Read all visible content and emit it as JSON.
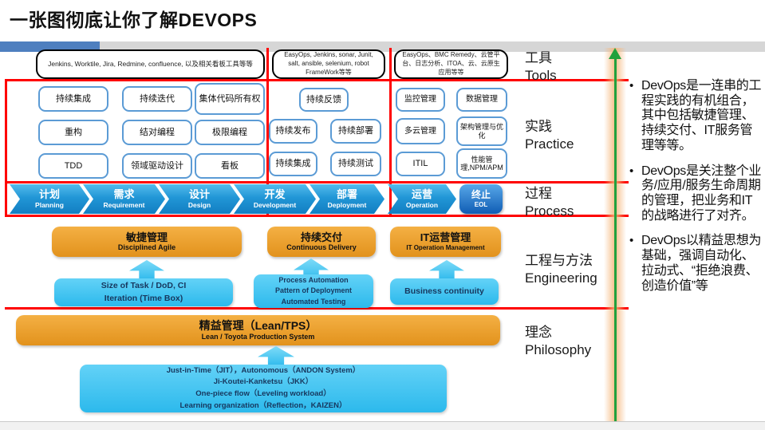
{
  "title": "一张图彻底让你了解DEVOPS",
  "colors": {
    "red_line": "#ff0000",
    "chevron_blue": "#2196d6",
    "eol_blue": "#0f5cb4",
    "orange": "#e89b2e",
    "cyan": "#3fc3f0",
    "practice_border": "#5b9bd5",
    "green_arrow": "#21a13d",
    "glow_orange": "#f6b87d",
    "topbar_blue": "#4e7fbf",
    "topbar_gray": "#d6d6d6"
  },
  "tools": {
    "label_zh": "工具",
    "label_en": "Tools",
    "boxes": [
      "Jenkins, Worktile, Jira, Redmine, confluence, 以及相关看板工具等等",
      "EasyOps, Jenkins, sonar, Junit, salt, ansible, selenium, robot FrameWork等等",
      "EasyOps、BMC Remedy、云管平台、日志分析、ITOA、云、云原生应用等等"
    ]
  },
  "practice": {
    "label_zh": "实践",
    "label_en": "Practice",
    "agile": [
      "持续集成",
      "持续迭代",
      "集体代码所有权",
      "重构",
      "结对编程",
      "极限编程",
      "TDD",
      "领域驱动设计",
      "看板"
    ],
    "delivery": [
      "持续反馈",
      "持续发布",
      "持续部署",
      "持续集成",
      "持续测试"
    ],
    "ops": [
      "监控管理",
      "数据管理",
      "多云管理",
      "架构管理与优化",
      "ITIL",
      "性能管理,NPM/APM"
    ]
  },
  "process": {
    "label_zh": "过程",
    "label_en": "Process",
    "steps": [
      {
        "zh": "计划",
        "en": "Planning"
      },
      {
        "zh": "需求",
        "en": "Requirement"
      },
      {
        "zh": "设计",
        "en": "Design"
      },
      {
        "zh": "开发",
        "en": "Development"
      },
      {
        "zh": "部署",
        "en": "Deployment"
      },
      {
        "zh": "运营",
        "en": "Operation"
      }
    ],
    "eol": {
      "zh": "终止",
      "en": "EOL"
    }
  },
  "engineering": {
    "label_zh": "工程与方法",
    "label_en": "Engineering",
    "methods": [
      {
        "zh": "敏捷管理",
        "en": "Disciplined Agile"
      },
      {
        "zh": "持续交付",
        "en": "Continuous Delivery"
      },
      {
        "zh": "IT运营管理",
        "en": "IT Operation Management"
      }
    ],
    "agile_practices": [
      "Size of Task / DoD, CI",
      "Iteration (Time Box)"
    ],
    "delivery_practices": [
      "Process Automation",
      "Pattern of Deployment",
      "Automated Testing"
    ],
    "ops_practices": [
      "Business continuity"
    ]
  },
  "philosophy": {
    "label_zh": "理念",
    "label_en": "Philosophy",
    "main_zh": "精益管理（Lean/TPS）",
    "main_en": "Lean / Toyota Production System",
    "lean_practices": [
      "Just-in-Time（JIT），Autonomous（ANDON System）",
      "Ji-Koutei-Kanketsu（JKK）",
      "One-piece flow（Leveling workload）",
      "Learning organization（Reflection，KAIZEN）"
    ]
  },
  "notes": [
    "DevOps是一连串的工程实践的有机组合，其中包括敏捷管理、持续交付、IT服务管理等等。",
    "DevOps是关注整个业务/应用/服务生命周期的管理，把业务和IT的战略进行了对齐。",
    "DevOps以精益思想为基础，强调自动化、拉动式、“拒绝浪费、创造价值”等"
  ]
}
